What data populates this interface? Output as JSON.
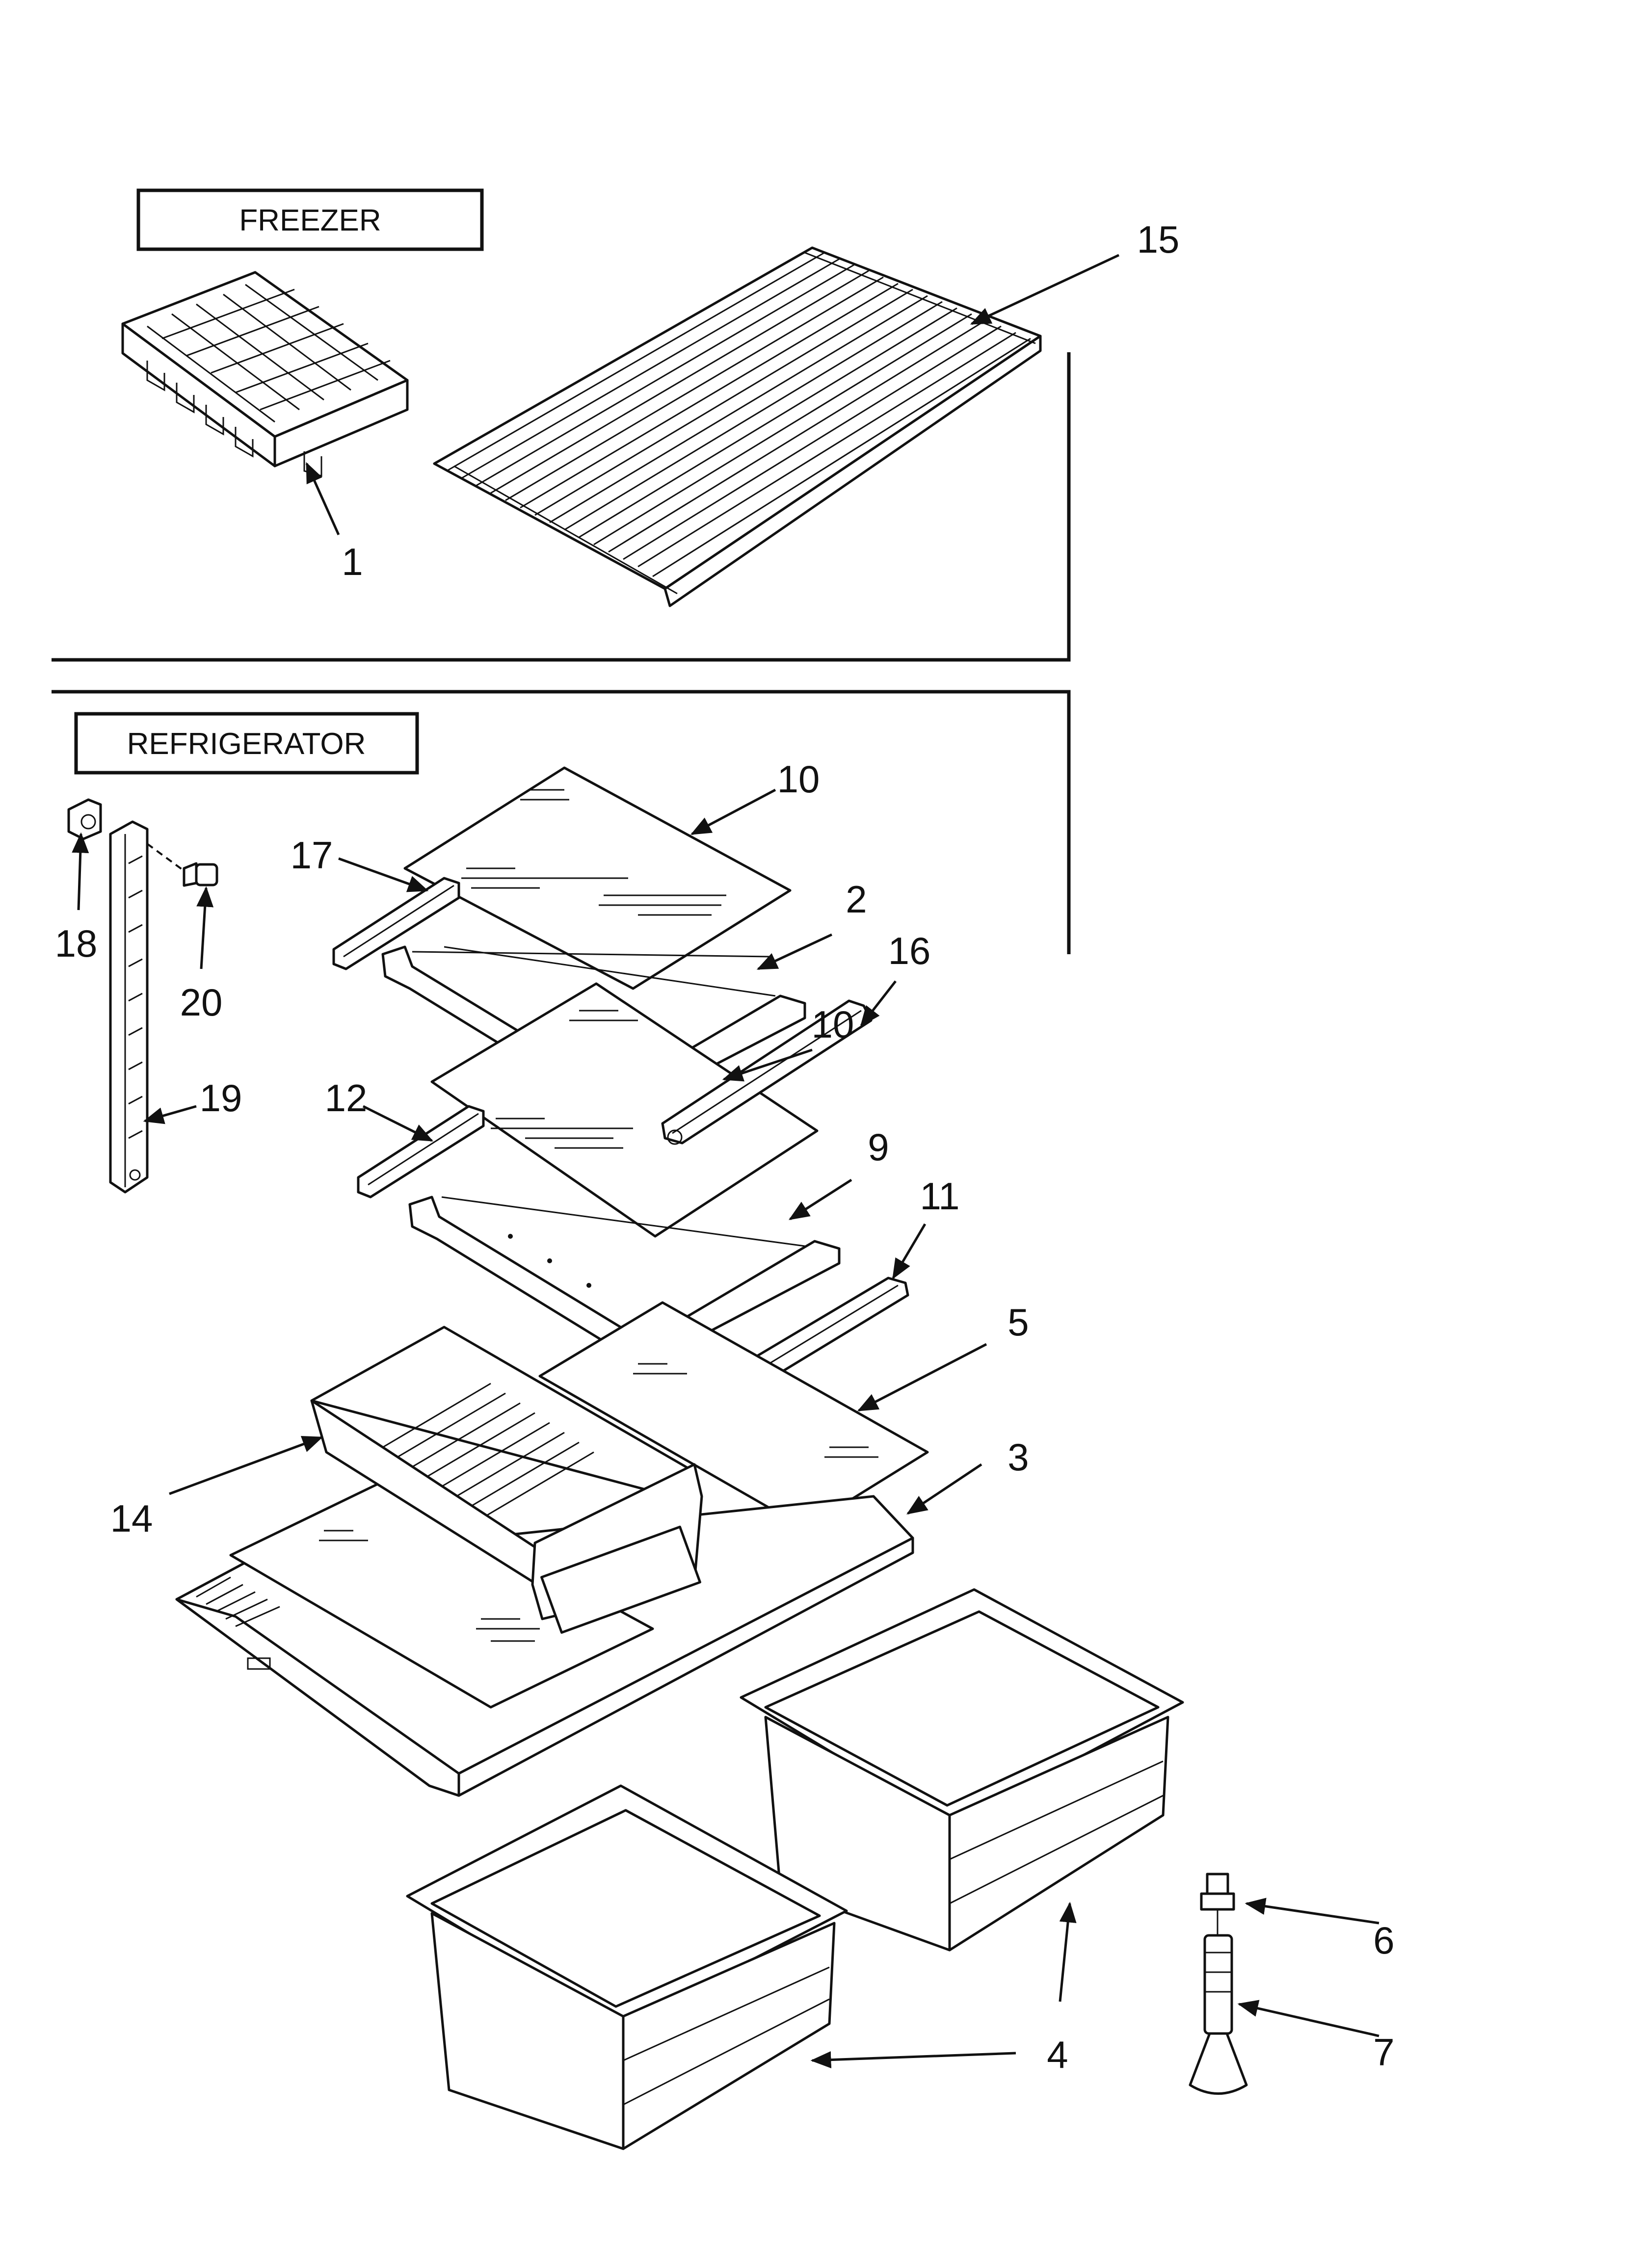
{
  "sections": {
    "freezer": "FREEZER",
    "refrigerator": "REFRIGERATOR"
  },
  "callouts": {
    "c1": "1",
    "c2": "2",
    "c3": "3",
    "c4": "4",
    "c5": "5",
    "c6": "6",
    "c7": "7",
    "c9": "9",
    "c10a": "10",
    "c10b": "10",
    "c11": "11",
    "c12": "12",
    "c14": "14",
    "c15": "15",
    "c16": "16",
    "c17": "17",
    "c18": "18",
    "c19": "19",
    "c20": "20"
  }
}
